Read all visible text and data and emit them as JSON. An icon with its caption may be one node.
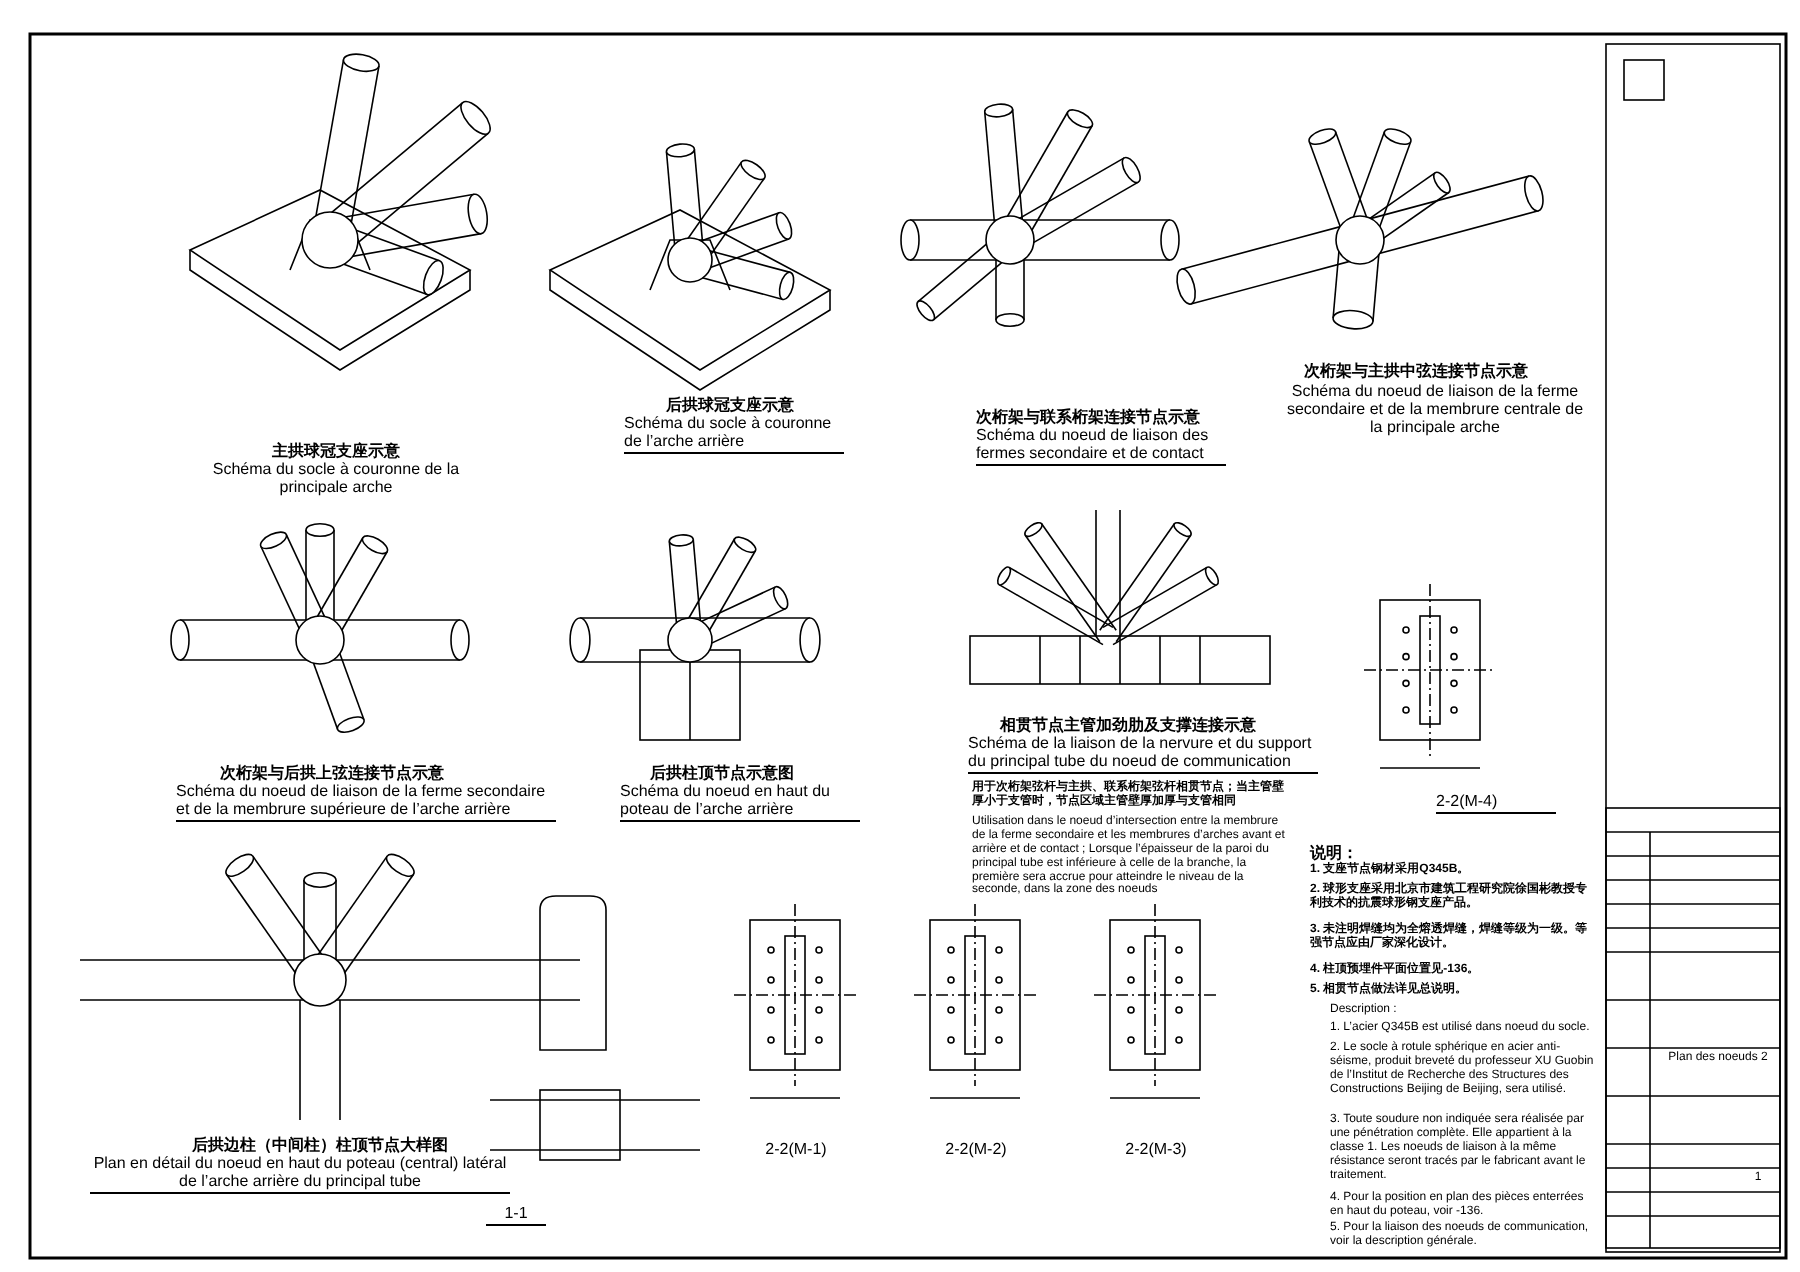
{
  "diagram": {
    "labels": [
      "主拱球冠支座示意",
      "Schéma du socle à couronne de la principale arche",
      "后拱球冠支座示意",
      "Schéma du socle à couronne de l’arche arrière",
      "次桁架与联系桁架连接节点示意",
      "Schéma du noeud de liaison des fermes secondaire et de contact",
      "次桁架与主拱中弦连接节点示意",
      "Schéma du noeud de liaison de la ferme secondaire et de la membrure centrale de la principale arche",
      "次桁架与后拱上弦连接节点示意",
      "Schéma du noeud de liaison de la ferme secondaire et de la membrure supérieure de l’arche arrière",
      "后拱柱顶节点示意图",
      "Schéma du noeud en haut du poteau de l’arche arrière",
      "相贯节点主管加劲肋及支撑连接示意",
      "Schéma de la liaison de la nervure et du support du principal tube du noeud de communication",
      "用于次桁架弦杆与主拱、联系桁架弦杆相贯节点；当主管壁厚小于支管时，节点区域主管壁厚加厚与支管相同",
      "Utilisation dans le noeud d’intersection entre la membrure de la ferme secondaire et les membrures d’arches avant et arrière et de contact ; Lorsque l’épaisseur de la paroi du principal tube est inférieure à celle de la branche, la première sera accrue pour atteindre le niveau de la seconde, dans la zone des noeuds",
      "2-2(M-4)",
      "后拱边柱（中间柱）柱顶节点大样图",
      "Plan en détail du noeud en haut du poteau (central) latéral de l’arche arrière du principal tube",
      "1-1",
      "2-2(M-1)",
      "2-2(M-2)",
      "2-2(M-3)",
      "说明：",
      "1. 支座节点钢材采用Q345B。",
      "2. 球形支座采用北京市建筑工程研究院徐国彬教授专利技术的抗震球形钢支座产品。",
      "3. 未注明焊缝均为全熔透焊缝，焊缝等级为一级。等强节点应由厂家深化设计。",
      "4. 柱顶预埋件平面位置见-136。",
      "5. 相贯节点做法详见总说明。",
      "Description :",
      "1. L’acier Q345B est utilisé dans noeud du socle.",
      "2. Le socle à rotule sphérique en acier anti-séisme, produit breveté du professeur XU Guobin de l’Institut de Recherche des Structures des Constructions Beijing de Beijing, sera utilisé.",
      "3. Toute soudure non indiquée sera réalisée par une pénétration complète. Elle appartient à la classe 1. Les noeuds de liaison à la même résistance seront tracés par le fabricant avant le traitement.",
      "4. Pour la position en plan des pièces enterrées en haut du poteau, voir -136.",
      "5. Pour la liaison des noeuds de communication, voir la description générale.",
      "Plan des noeuds 2",
      "1"
    ]
  }
}
